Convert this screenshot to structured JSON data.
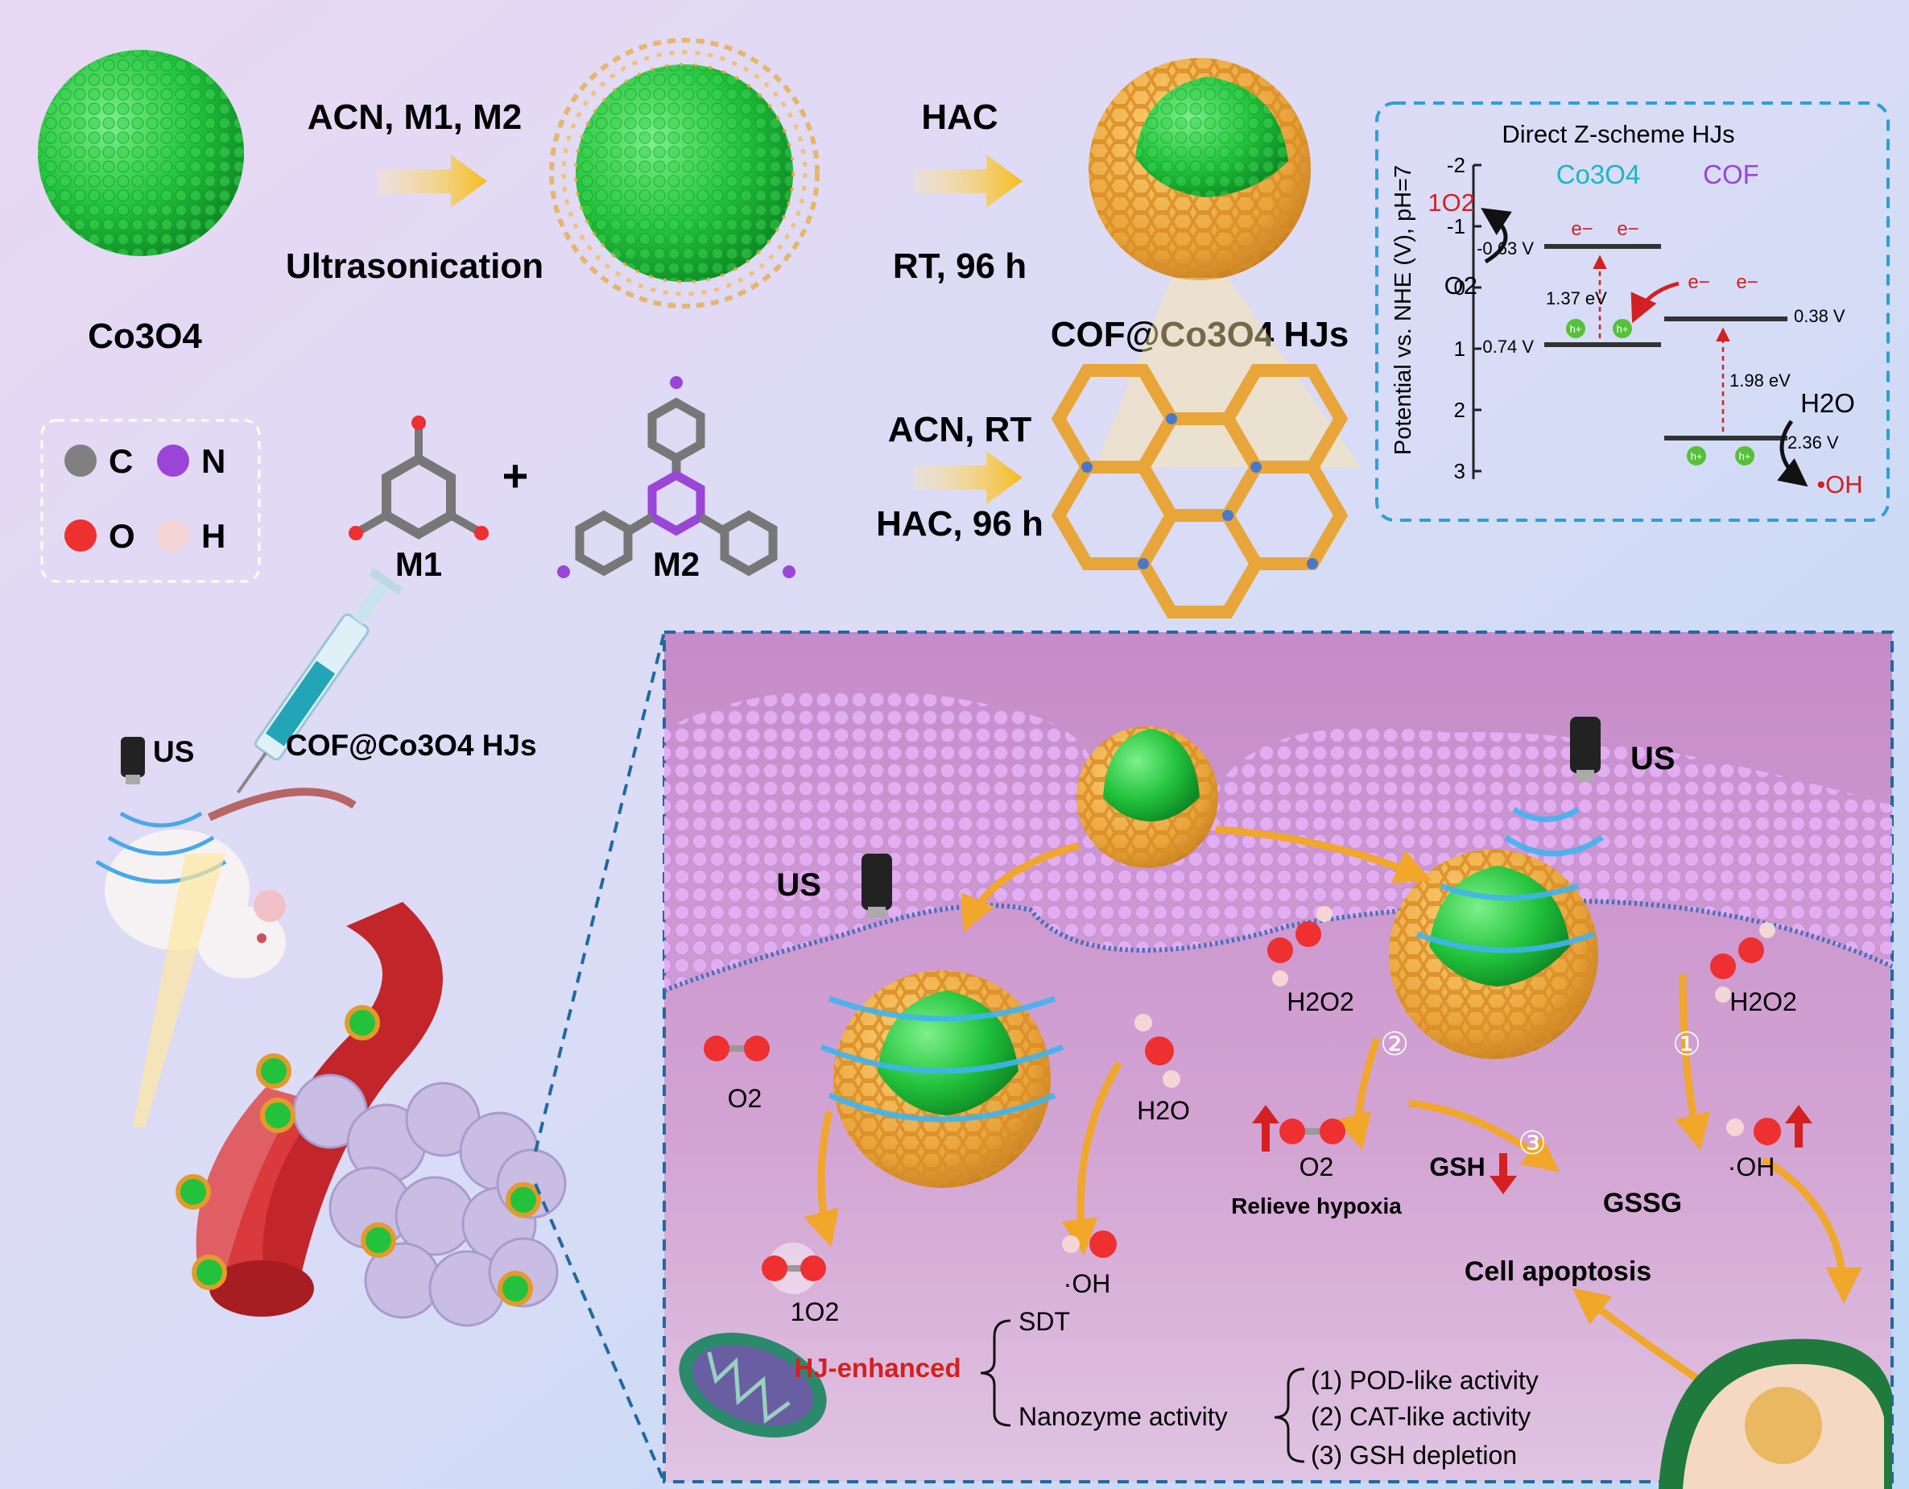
{
  "synthesis": {
    "core_label": "Co3O4",
    "step1_top": "ACN, M1, M2",
    "step1_bottom": "Ultrasonication",
    "step2_top": "HAC",
    "step2_bottom": "RT, 96 h",
    "product_label": "COF@Co3O4 HJs",
    "cof_top": "ACN, RT",
    "cof_bottom": "HAC, 96 h",
    "m1": "M1",
    "m2": "M2",
    "plus": "+",
    "legend": [
      {
        "symbol": "C",
        "color": "#808080"
      },
      {
        "symbol": "N",
        "color": "#9b45d8"
      },
      {
        "symbol": "O",
        "color": "#ee3030"
      },
      {
        "symbol": "H",
        "color": "#f4d6d6"
      }
    ]
  },
  "band_diagram": {
    "title": "Direct Z-scheme HJs",
    "co3o4_label": "Co3O4",
    "cof_label": "COF",
    "yaxis_label": "Potential vs. NHE (V), pH=7",
    "yticks": [
      "-2",
      "-1",
      "0",
      "1",
      "2",
      "3"
    ],
    "co3o4_cb": "-0.63 V",
    "co3o4_vb": "0.74 V",
    "co3o4_gap": "1.37 eV",
    "cof_cb": "0.38 V",
    "cof_vb": "2.36 V",
    "cof_gap": "1.98 eV",
    "singlet_o2": "1O2",
    "o2": "O2",
    "h2o": "H2O",
    "oh": "•OH",
    "electron": "e−",
    "hole": "h+",
    "colors": {
      "co3o4": "#19b6c8",
      "cof": "#9b45d8",
      "border": "#2aa0d8"
    }
  },
  "in_vivo": {
    "us": "US",
    "agent": "COF@Co3O4 HJs"
  },
  "mechanism": {
    "us_left": "US",
    "us_right": "US",
    "o2_left": "O2",
    "h2o_left": "H2O",
    "singlet_o2": "1O2",
    "oh_left": "·OH",
    "h2o2_left": "H2O2",
    "h2o2_right": "H2O2",
    "step1": "①",
    "step2": "②",
    "step3": "③",
    "o2_right": "O2",
    "relieve": "Relieve hypoxia",
    "gsh": "GSH",
    "gssg": "GSSG",
    "oh_right": "·OH",
    "apoptosis": "Cell apoptosis",
    "hj_enhanced": "HJ-enhanced",
    "sdt": "SDT",
    "nanozyme": "Nanozyme activity",
    "pod": "(1) POD-like activity",
    "cat": "(2) CAT-like activity",
    "gsh_dep": "(3) GSH depletion"
  }
}
